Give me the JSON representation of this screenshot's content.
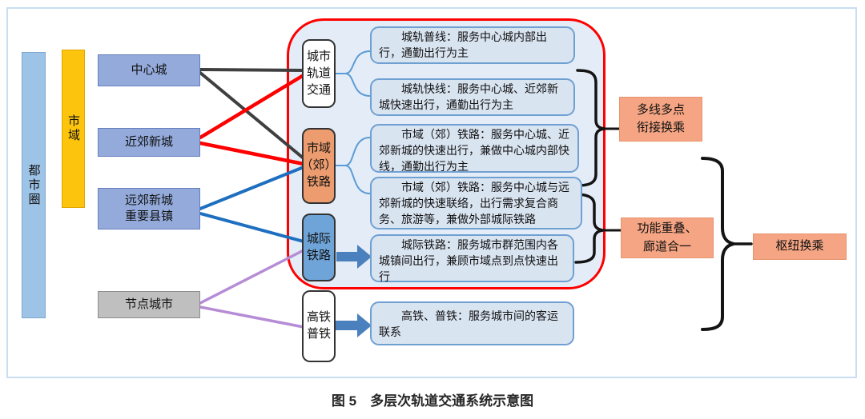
{
  "caption": "图 5　多层次轨道交通系统示意图",
  "left_column": {
    "metro_area_bar": "都市圈",
    "city_region_bar": "市域",
    "boxes": [
      {
        "lines": [
          "中心城"
        ]
      },
      {
        "lines": [
          "近郊新城"
        ]
      },
      {
        "lines": [
          "远郊新城",
          "重要县镇"
        ]
      },
      {
        "lines": [
          "节点城市"
        ]
      }
    ]
  },
  "modes": [
    {
      "lines": [
        "城市",
        "轨道",
        "交通"
      ]
    },
    {
      "lines": [
        "市域",
        "（郊）",
        "铁路"
      ]
    },
    {
      "lines": [
        "城际",
        "铁路"
      ]
    },
    {
      "lines": [
        "高铁",
        "普铁"
      ]
    }
  ],
  "descriptions": [
    "城轨普线：服务中心城内部出行，通勤出行为主",
    "城轨快线：服务中心城、近郊新城快速出行，通勤出行为主",
    "市域（郊）铁路：服务中心城、近郊新城的快速出行，兼做中心城内部快线，通勤出行为主",
    "市域（郊）铁路：服务中心城与远郊新城的快速联络，出行需求复合商务、旅游等，兼做外部城际铁路",
    "城际铁路：服务城市群范围内各城镇间出行，兼顾市域点到点快速出行",
    "高铁、普铁：服务城市间的客运联系"
  ],
  "annotations": [
    {
      "lines": [
        "多线多点",
        "衔接换乘"
      ]
    },
    {
      "lines": [
        "功能重叠、",
        "廊道合一"
      ]
    },
    {
      "lines": [
        "枢纽换乘"
      ]
    }
  ],
  "colors": {
    "red_outline": "#FE0000",
    "line_black": "#3F3F3F",
    "line_red": "#FE0000",
    "line_blue": "#1F6FC0",
    "line_purple": "#B58CD5",
    "arrow_blue": "#4A80BE",
    "connector_blue": "#5B9BD5",
    "mode_orange": "#EC9C6E",
    "mode_blue": "#6FA4D8",
    "annotation_salmon": "#F5A583",
    "city_box_blue": "#93AADB",
    "node_city_gray": "#BFBFBF",
    "metro_bar_blue": "#9DC3E6",
    "city_region_yellow": "#FDC40E",
    "desc_box_fill": "#D9E4F1",
    "panel_fill": "#E4EDF7"
  }
}
